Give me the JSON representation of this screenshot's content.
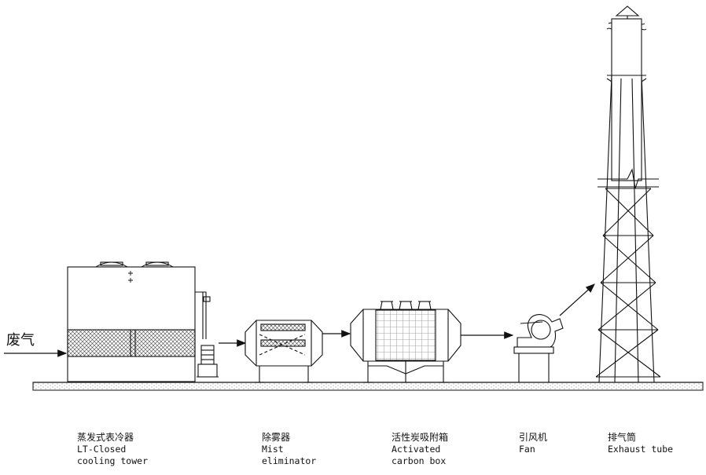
{
  "inlet": {
    "label": "废气"
  },
  "equipment": [
    {
      "id": "cooling-tower",
      "cn": "蒸发式表冷器",
      "en": [
        "LT-Closed",
        "cooling tower"
      ]
    },
    {
      "id": "mist-eliminator",
      "cn": "除雾器",
      "en": [
        "Mist",
        "eliminator"
      ]
    },
    {
      "id": "carbon-box",
      "cn": "活性炭吸附箱",
      "en": [
        "Activated",
        "carbon box"
      ]
    },
    {
      "id": "fan",
      "cn": "引风机",
      "en": [
        "Fan"
      ]
    },
    {
      "id": "exhaust-tube",
      "cn": "排气筒",
      "en": [
        "Exhaust tube"
      ]
    }
  ]
}
